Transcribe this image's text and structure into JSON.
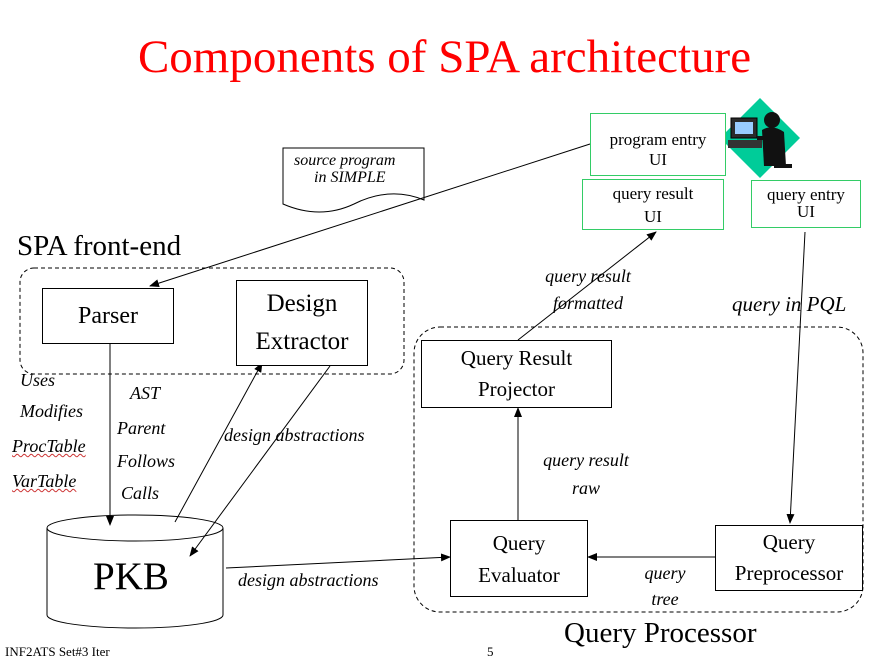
{
  "title": "Components of  SPA architecture",
  "source_note": {
    "line1": "source program",
    "line2": "in SIMPLE"
  },
  "ui": {
    "program_entry": {
      "line1": "program entry",
      "line2": "UI"
    },
    "query_result": {
      "line1": "query result",
      "line2": "UI"
    },
    "query_entry": {
      "line1": "query entry",
      "line2": "UI"
    }
  },
  "frontend": {
    "heading": "SPA front-end",
    "parser": "Parser",
    "design_extractor": {
      "line1": "Design",
      "line2": "Extractor"
    }
  },
  "pkb": "PKB",
  "pkb_tables": [
    "Uses",
    "Modifies",
    "ProcTable",
    "VarTable"
  ],
  "ast_items": [
    "AST",
    "Parent",
    "Follows",
    "Calls"
  ],
  "edge_labels": {
    "design_abstractions_upper": "design abstractions",
    "design_abstractions_lower": "design abstractions",
    "query_result_formatted": {
      "line1": "query result",
      "line2": "formatted"
    },
    "query_in_pql": "query in PQL",
    "query_result_raw": {
      "line1": "query result",
      "line2": "raw"
    },
    "query_tree": {
      "line1": "query",
      "line2": "tree"
    }
  },
  "query_processor": {
    "heading": "Query Processor",
    "projector": {
      "line1": "Query Result",
      "line2": "Projector"
    },
    "evaluator": {
      "line1": "Query",
      "line2": "Evaluator"
    },
    "preprocessor": {
      "line1": "Query",
      "line2": "Preprocessor"
    }
  },
  "footer": {
    "left": "INF2ATS Set#3 Iter",
    "page": "5"
  },
  "colors": {
    "title": "#ff0000",
    "ui_border": "#33cc66",
    "icon_bg": "#00cc99"
  }
}
